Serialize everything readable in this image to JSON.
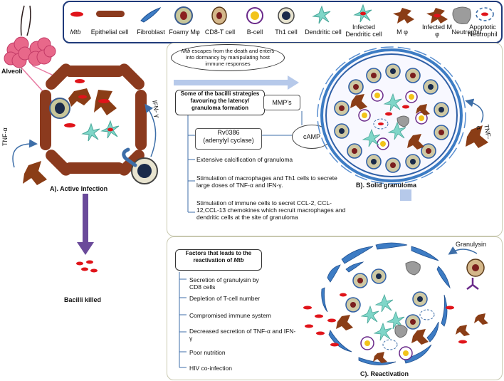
{
  "legend": {
    "items": [
      "Mtb",
      "Epithelial cell",
      "Fibroblast",
      "Foamy Mφ",
      "CD8-T cell",
      "B-cell",
      "Th1 cell",
      "Dendritic cell",
      "Infected Dendritic cell",
      "M φ",
      "Infected M φ",
      "Neutrophil",
      "Apoptotic Neutrophil"
    ]
  },
  "active": {
    "alveoli": "Alveoli",
    "tnf": "TNF-α",
    "ifn": "IFN- γ",
    "title": "A). Active Infection",
    "killed": "Bacilli killed"
  },
  "solid": {
    "escape_note_mtb": "Mtb",
    "escape_note": " escapes from the death and enters into dormancy by manipulating host immune responses",
    "strategies": "Some of the bacilli strategies  favouring the latency/ granuloma formation",
    "mmp": "MMP’s",
    "rv": "Rv0386",
    "rv_sub": "(adenylyl cyclase)",
    "camp": "cAMP",
    "items": [
      "Extensive calcification of granuloma",
      "Stimulation of macrophages and Th1 cells to secrete large doses of TNF-α and IFN-γ.",
      "Stimulation of immune cells to secret CCL-2, CCL-12,CCL-13 chemokines which recruit macrophages and dendritic cells at the site of granuloma"
    ],
    "title": "B). Solid granuloma",
    "tnf": "TNF-α"
  },
  "react": {
    "factors": "Factors that leads to the reactivation of ",
    "factors_mtb": "Mtb",
    "items": [
      "Secretion of granulysin by CD8 cells",
      "Depletion of T-cell number",
      "Compromised immune system",
      "Decreased secretion of TNF-α and IFN-γ",
      "Poor nutrition",
      "HIV co-infection"
    ],
    "granulysin": "Granulysin",
    "title": "C). Reactivation"
  },
  "colors": {
    "epithelial": "#8b3a1e",
    "mtb": "#e0141a",
    "fibroblast": "#3d7cc4",
    "macrophage": "#8a3d16",
    "legend_border": "#1f3a7a",
    "arrow": "#a9bfe6"
  }
}
